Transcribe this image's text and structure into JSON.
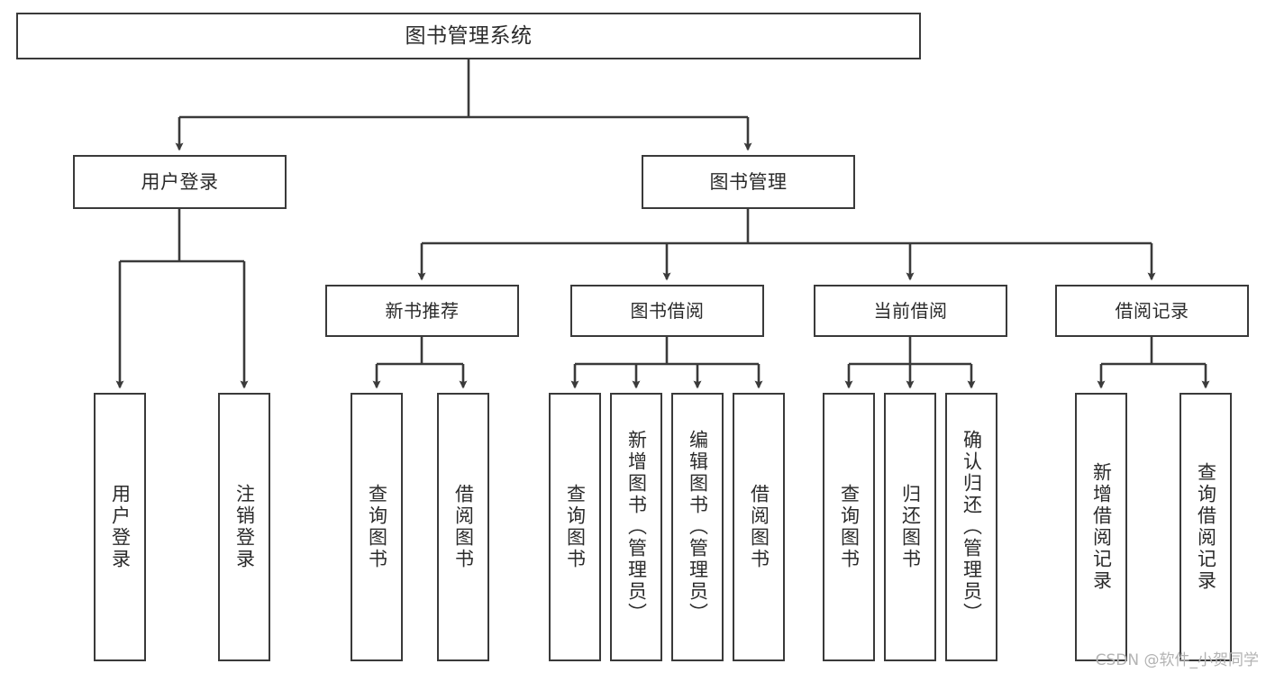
{
  "diagram": {
    "type": "tree",
    "title": "图书管理系统",
    "stroke_color": "#3a3a3a",
    "text_color": "#2b2b2b",
    "background_color": "#ffffff",
    "root": {
      "label": "图书管理系统"
    },
    "level2": [
      {
        "label": "用户登录"
      },
      {
        "label": "图书管理"
      }
    ],
    "level3": [
      {
        "label": "新书推荐"
      },
      {
        "label": "图书借阅"
      },
      {
        "label": "当前借阅"
      },
      {
        "label": "借阅记录"
      }
    ],
    "leaves": {
      "user_login": [
        {
          "label": "用户登录"
        },
        {
          "label": "注销登录"
        }
      ],
      "new_book": [
        {
          "label": "查询图书"
        },
        {
          "label": "借阅图书"
        }
      ],
      "book_borrow": [
        {
          "label": "查询图书"
        },
        {
          "label": "新增图书（管理员）"
        },
        {
          "label": "编辑图书（管理员）"
        },
        {
          "label": "借阅图书"
        }
      ],
      "current_borrow": [
        {
          "label": "查询图书"
        },
        {
          "label": "归还图书"
        },
        {
          "label": "确认归还（管理员）"
        }
      ],
      "borrow_record": [
        {
          "label": "新增借阅记录"
        },
        {
          "label": "查询借阅记录"
        }
      ]
    }
  },
  "watermark": {
    "text": "CSDN @软件_小贺同学"
  }
}
